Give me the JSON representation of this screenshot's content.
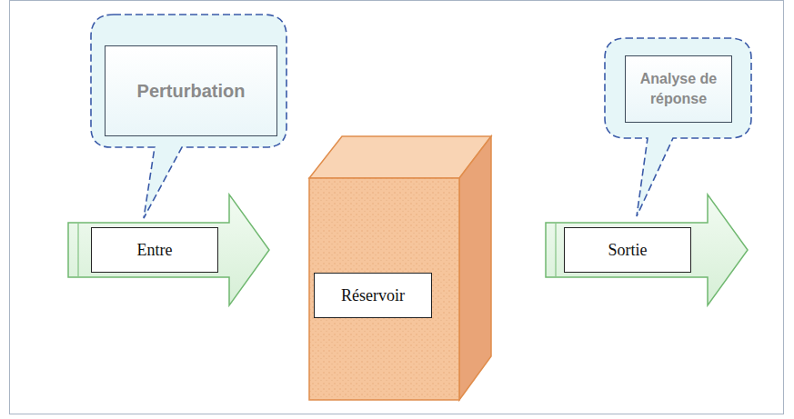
{
  "diagram": {
    "nodes": [
      {
        "text": [
          "Perturbation"
        ]
      },
      {
        "text": [
          "Entre"
        ]
      },
      {
        "text": [
          "Réservoir"
        ]
      },
      {
        "text": [
          "Analyse de réponse"
        ]
      },
      {
        "text": [
          "Sortie"
        ]
      }
    ],
    "edges": []
  }
}
